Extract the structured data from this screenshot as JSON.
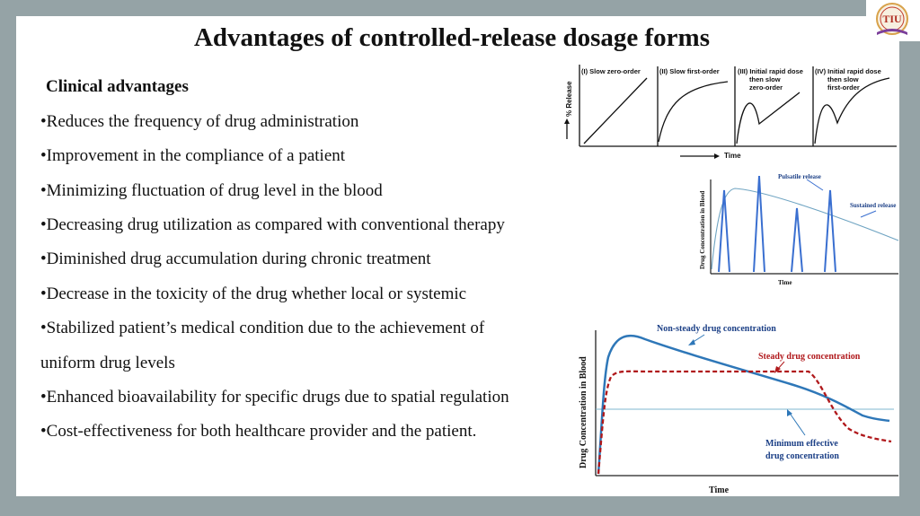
{
  "slide": {
    "title": "Advantages of controlled-release dosage forms",
    "heading": "Clinical advantages",
    "bullets": [
      "Reduces the frequency of drug administration",
      "Improvement in the compliance of a patient",
      "Minimizing fluctuation of drug level in the blood",
      "Decreasing drug utilization as compared with conventional therapy",
      "Diminished drug accumulation during chronic treatment",
      "Decrease in the toxicity of the drug whether local or systemic",
      "Stabilized patient’s medical condition due to the achievement of",
      "uniform drug levels",
      "Enhanced bioavailability for specific drugs due to spatial regulation",
      "Cost-effectiveness for both healthcare provider and the patient."
    ],
    "bullet_marker": "•"
  },
  "logo": {
    "text": "TIU"
  },
  "fig1": {
    "ylabel": "% Release",
    "xlabel": "Time",
    "panels": [
      [
        "(I) Slow zero-order"
      ],
      [
        "(II) Slow first-order"
      ],
      [
        "(III) Initial rapid dose",
        "then slow",
        "zero-order"
      ],
      [
        "(IV) Initial rapid dose",
        "then slow",
        "first-order"
      ]
    ]
  },
  "fig2": {
    "ylabel": "Drug Concentration in Blood",
    "xlabel": "Time",
    "label_pulsatile": "Pulsatile release",
    "label_sustained": "Sustained release"
  },
  "fig3": {
    "ylabel": "Drug Concentration in Blood",
    "xlabel": "Time",
    "label_nonsteady": "Non-steady drug concentration",
    "label_steady": "Steady drug concentration",
    "label_min1": "Minimum effective",
    "label_min2": "drug concentration"
  },
  "colors": {
    "text": "#111111",
    "frame": "#95a3a6",
    "nonsteady": "#2e77b8",
    "steady": "#b0181b",
    "minline": "#7fb7cf",
    "pulse": "#3a6fd0",
    "sustained": "#6fa4c2",
    "label_blue": "#1b3f86",
    "label_red": "#b0181b"
  }
}
